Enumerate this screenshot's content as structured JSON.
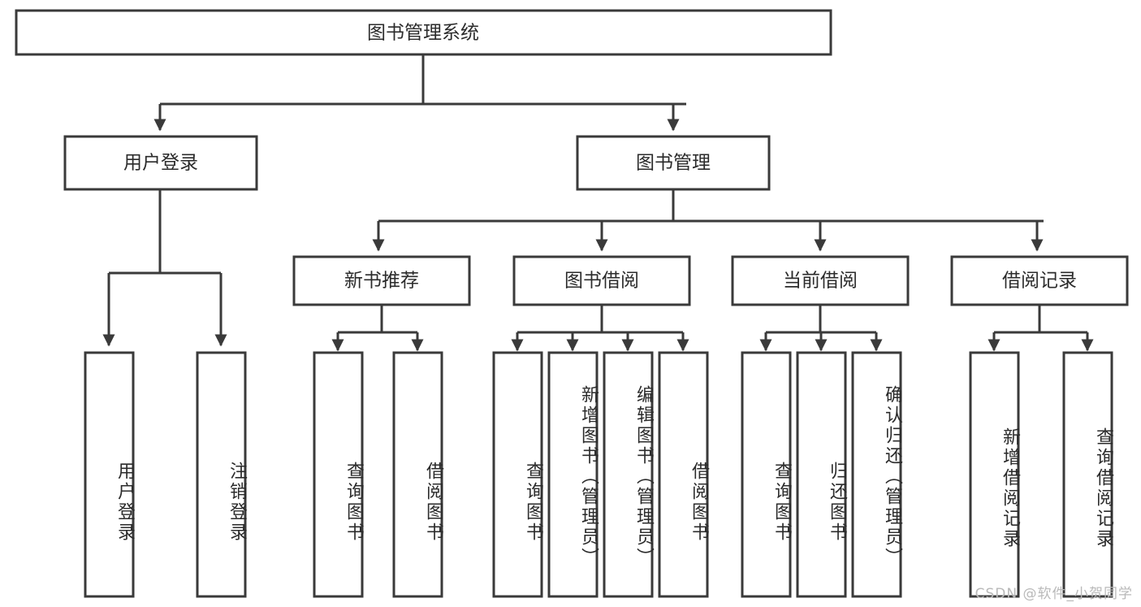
{
  "diagram": {
    "title": "图书管理系统",
    "type": "tree-hierarchy",
    "watermark": "CSDN @软件_小贺同学",
    "colors": {
      "stroke": "#3a3a3a",
      "fill": "#ffffff",
      "text": "#2b2b2b",
      "watermark": "#b9b9b9"
    },
    "root": {
      "label": "图书管理系统"
    },
    "level2": [
      {
        "label": "用户登录"
      },
      {
        "label": "图书管理"
      }
    ],
    "level3": [
      {
        "label": "新书推荐"
      },
      {
        "label": "图书借阅"
      },
      {
        "label": "当前借阅"
      },
      {
        "label": "借阅记录"
      }
    ],
    "leaves_user_login": [
      {
        "label": "用户登录"
      },
      {
        "label": "注销登录"
      }
    ],
    "leaves_new_book": [
      {
        "label": "查询图书"
      },
      {
        "label": "借阅图书"
      }
    ],
    "leaves_borrow": [
      {
        "label": "查询图书"
      },
      {
        "label": "新增图书（管理员）"
      },
      {
        "label": "编辑图书（管理员）"
      },
      {
        "label": "借阅图书"
      }
    ],
    "leaves_current": [
      {
        "label": "查询图书"
      },
      {
        "label": "归还图书"
      },
      {
        "label": "确认归还（管理员）"
      }
    ],
    "leaves_record": [
      {
        "label": "新增借阅记录"
      },
      {
        "label": "查询借阅记录"
      }
    ]
  }
}
